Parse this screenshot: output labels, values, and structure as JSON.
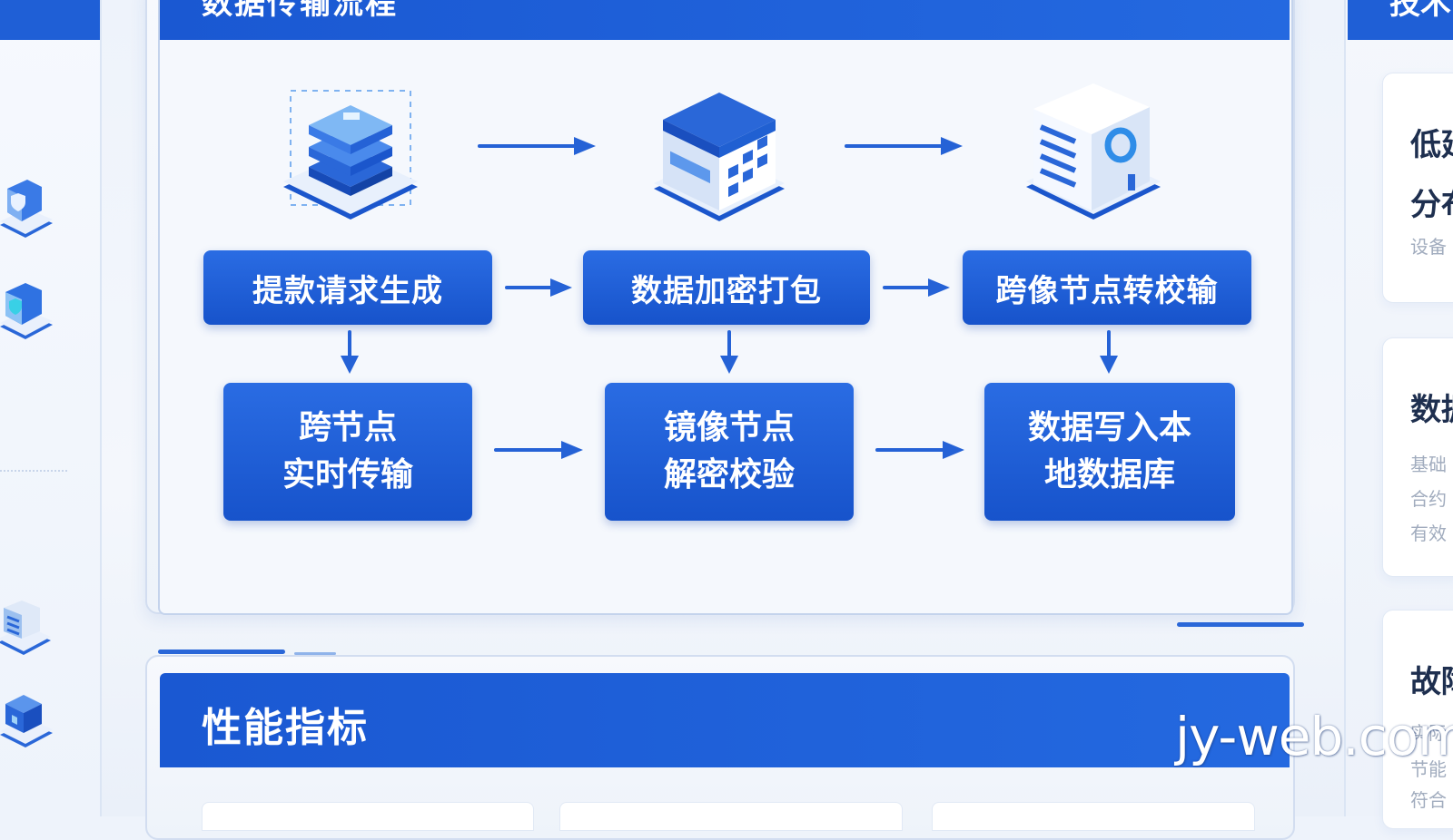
{
  "main": {
    "title": "数据传输流程",
    "top_steps": [
      "提款请求生成",
      "数据加密打包",
      "跨像节点转校输"
    ],
    "bottom_steps": [
      [
        "跨节点",
        "实时传输"
      ],
      [
        "镜像节点",
        "解密校验"
      ],
      [
        "数据写入本",
        "地数据库"
      ]
    ],
    "stage_icons": [
      "server-stack-icon",
      "office-building-icon",
      "database-tower-icon"
    ]
  },
  "performance": {
    "title": "性能指标"
  },
  "right_panel": {
    "header": "技术",
    "cards": [
      {
        "lines": [
          "低延",
          "分布"
        ],
        "sub": [
          "设备"
        ]
      },
      {
        "lines": [
          "数据"
        ],
        "sub": [
          "基础",
          "合约",
          "有效"
        ]
      },
      {
        "lines": [
          "故障"
        ],
        "sub": [
          "实际",
          "节能",
          "符合"
        ]
      }
    ]
  },
  "left_panel": {
    "icons": [
      "shield-node-icon",
      "security-node-icon",
      "document-stack-icon",
      "cube-node-icon"
    ]
  },
  "watermark": "jy-web.com",
  "colors": {
    "primary": "#1f5fd6",
    "primary_dark": "#1753cb",
    "background": "#eef3fb",
    "heading_text": "#1e2f4f",
    "muted_text": "#a1acbe"
  }
}
